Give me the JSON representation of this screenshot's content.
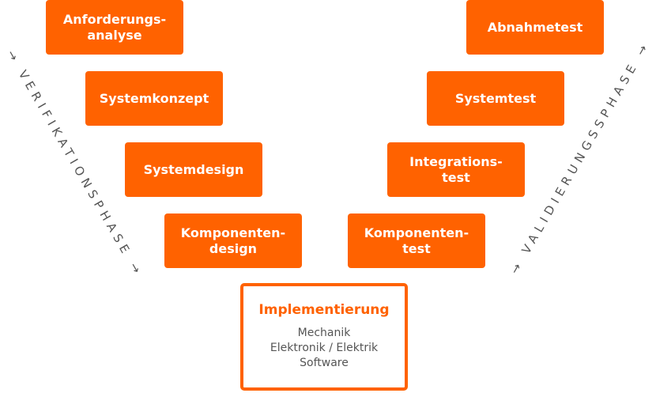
{
  "verification": {
    "label": "VERIFIKATIONSPHASE",
    "arrow": "→",
    "steps": [
      "Anforderungs-\nanalyse",
      "Systemkonzept",
      "Systemdesign",
      "Komponenten-\ndesign"
    ]
  },
  "validation": {
    "label": "VALIDIERUNGSSPHASE",
    "arrow": "→",
    "steps": [
      "Abnahmetest",
      "Systemtest",
      "Integrations-\ntest",
      "Komponenten-\ntest"
    ]
  },
  "implementation": {
    "title": "Implementierung",
    "details": "Mechanik\nElektronik / Elektrik\nSoftware"
  },
  "colors": {
    "accent": "#ff6200",
    "text": "#555555"
  }
}
